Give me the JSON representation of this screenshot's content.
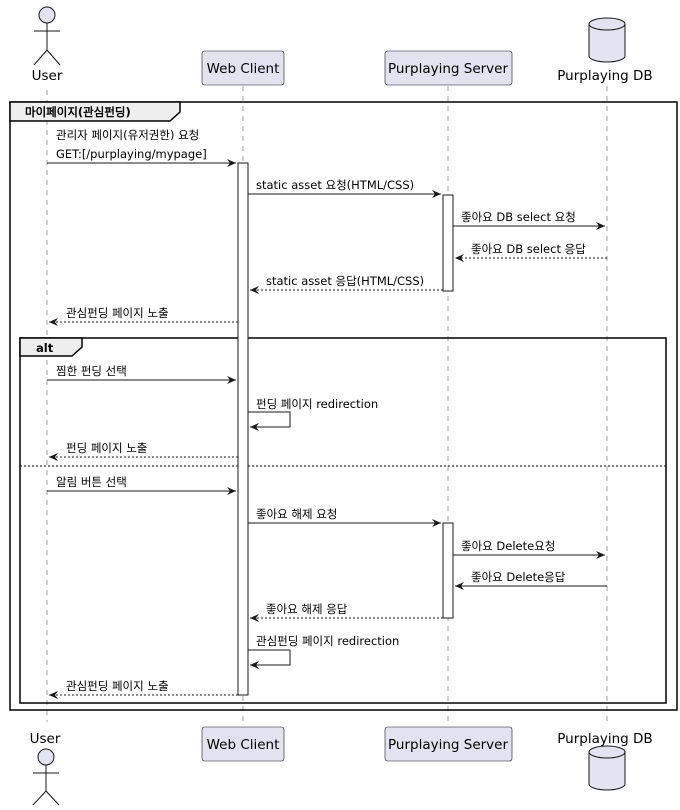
{
  "participants": {
    "user": {
      "label": "User"
    },
    "web": {
      "label": "Web Client"
    },
    "server": {
      "label": "Purplaying Server"
    },
    "db": {
      "label": "Purplaying DB"
    }
  },
  "group": {
    "title": "마이페이지(관심펀딩)"
  },
  "alt": {
    "title": "alt"
  },
  "messages": {
    "m1a": "관리자 페이지(유저권한) 요청",
    "m1b": "GET:[/purplaying/mypage]",
    "m2": "static asset 요청(HTML/CSS)",
    "m3": "좋아요 DB select 요청",
    "m4": "좋아요 DB select 응답",
    "m5": "static asset 응답(HTML/CSS)",
    "m6": "관심펀딩 페이지 노출",
    "m7": "찜한 펀딩 선택",
    "m8": "펀딩 페이지 redirection",
    "m9": "펀딩 페이지 노출",
    "m10": "알림 버튼 선택",
    "m11": "좋아요 해제 요청",
    "m12": "좋아요 Delete요청",
    "m13": "좋아요 Delete응답",
    "m14": "좋아요 해제 응답",
    "m15": "관심펀딩 페이지 redirection",
    "m16": "관심펀딩 페이지 노출"
  },
  "colors": {
    "participant_fill": "#E2E2F0",
    "participant_border": "#181818",
    "line": "#181818",
    "lifeline": "#A0A0A0",
    "frame_bg": "#EEEEEE"
  }
}
